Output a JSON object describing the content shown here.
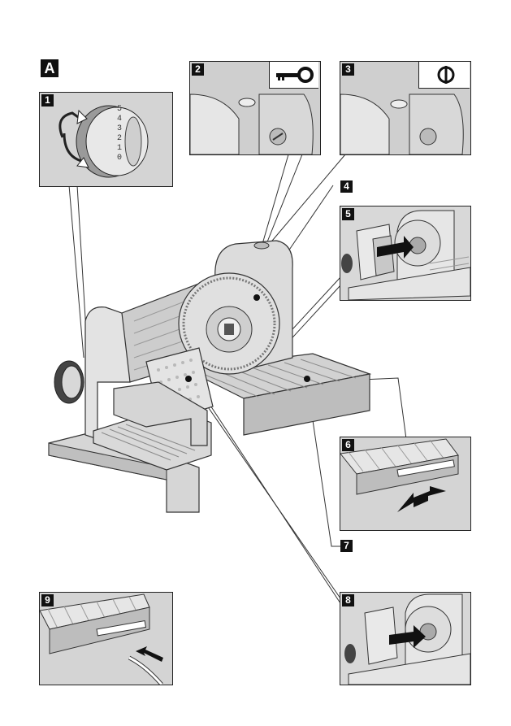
{
  "figure_label": "A",
  "panels": [
    {
      "label": "1"
    },
    {
      "label": "2",
      "icon": "key-icon"
    },
    {
      "label": "3",
      "icon": "power-icon"
    },
    {
      "label": "4"
    },
    {
      "label": "5"
    },
    {
      "label": "6"
    },
    {
      "label": "7"
    },
    {
      "label": "8"
    },
    {
      "label": "9"
    }
  ],
  "dial_numbers": [
    "5",
    "4",
    "3",
    "2",
    "1",
    "0"
  ],
  "colors": {
    "panel_bg": "#d9d9d9",
    "body_grey": "#cfcfcf",
    "badge": "#111111"
  }
}
